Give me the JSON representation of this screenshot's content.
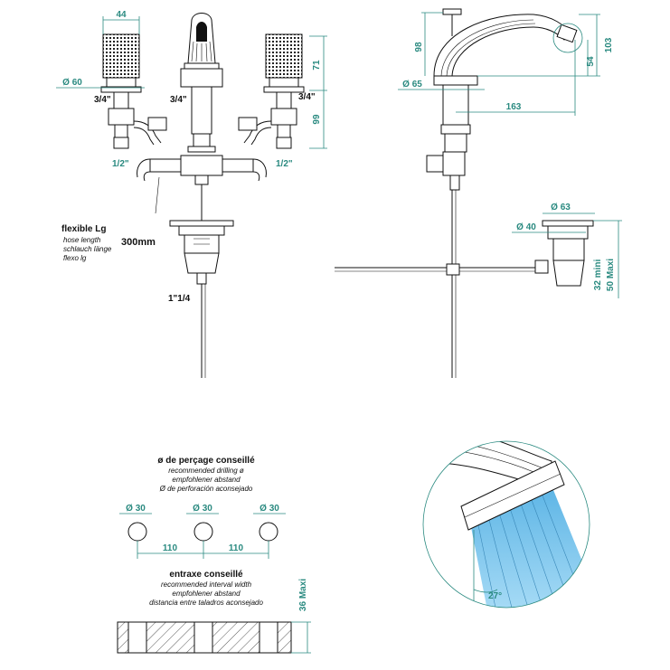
{
  "front_view": {
    "handle_width": "44",
    "base_diameter": "Ø 60",
    "thread_left": "3/4\"",
    "thread_center": "3/4\"",
    "thread_right": "3/4\"",
    "inlet_left": "1/2\"",
    "inlet_right": "1/2\"",
    "height_upper": "71",
    "height_lower": "99"
  },
  "hose": {
    "title": "flexible Lg",
    "line_en": "hose length",
    "line_de": "schlauch länge",
    "line_es": "flexo lg",
    "length": "300mm"
  },
  "waste": {
    "thread": "1\"1/4",
    "top_diameter": "Ø 63",
    "body_diameter": "Ø 40",
    "min_height": "32 mini",
    "max_height": "50 Maxi"
  },
  "side_view": {
    "spout_height": "98",
    "overall_height": "103",
    "outlet_height": "54",
    "base_diameter": "Ø 65",
    "reach": "163"
  },
  "drilling": {
    "title": "ø de perçage conseillé",
    "line_en": "recommended drilling ø",
    "line_de": "empfohlener abstand",
    "line_es": "Ø de perforación aconsejado",
    "hole_diameters": [
      "Ø 30",
      "Ø 30",
      "Ø 30"
    ],
    "spacing": [
      "110",
      "110"
    ]
  },
  "interval": {
    "title": "entraxe conseillé",
    "line_en": "recommended interval width",
    "line_de": "empfohlener abstand",
    "line_es": "distancia entre taladros aconsejado",
    "max_thickness": "36 Maxi"
  },
  "detail": {
    "angle": "27°"
  },
  "colors": {
    "dimension": "#2a8a80",
    "water": "#7ec8ee"
  }
}
